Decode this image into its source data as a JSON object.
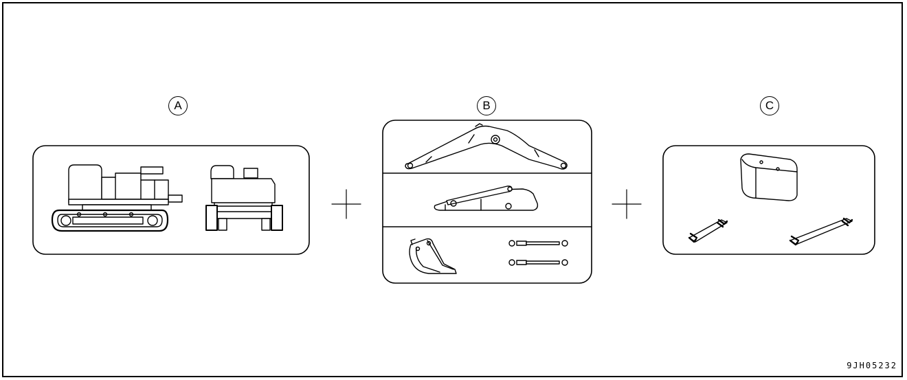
{
  "groups": [
    {
      "label": "A"
    },
    {
      "label": "B"
    },
    {
      "label": "C"
    }
  ],
  "operators": [
    "+",
    "+"
  ],
  "figure_id": "9JH05232"
}
